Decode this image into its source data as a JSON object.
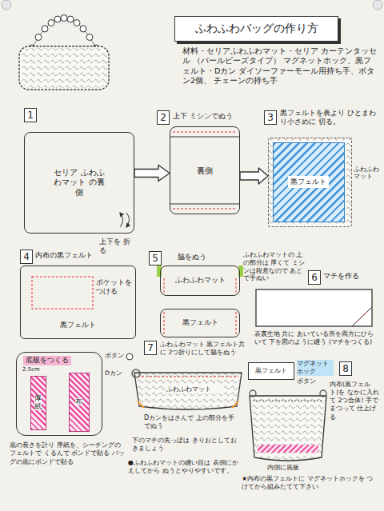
{
  "diagram": {
    "title": "ふわふわバッグの作り方",
    "nodes": [
      {
        "text": [
          "1"
        ]
      },
      {
        "text": [
          "セリア ふわふわマット の裏側"
        ]
      },
      {
        "text": [
          "2"
        ]
      },
      {
        "text": [
          "裏側"
        ]
      },
      {
        "text": [
          "3"
        ]
      },
      {
        "text": [
          "ふわふわ マット"
        ]
      },
      {
        "text": [
          "黒フェルト"
        ],
        "in": 5
      },
      {
        "text": [
          "4"
        ]
      },
      {
        "text": [
          "黒フェルト"
        ]
      },
      {
        "text": [
          "5"
        ]
      },
      {
        "text": [
          "ふわふわマット"
        ]
      },
      {
        "text": [
          "黒フェルト"
        ]
      },
      {
        "text": [
          "6"
        ]
      },
      {
        "text": [
          "底板をつくる"
        ]
      },
      {
        "text": [
          "厚紙"
        ],
        "in": 13
      },
      {
        "text": [
          "布"
        ],
        "in": 13
      },
      {
        "text": [
          "7"
        ]
      },
      {
        "text": [
          "8"
        ]
      },
      {
        "text": [
          "黒フェルト"
        ]
      }
    ],
    "edges": [
      {
        "from": 1,
        "to": 3,
        "arrow": "to"
      },
      {
        "from": 3,
        "to": 5,
        "arrow": "to"
      }
    ],
    "labels": [
      "材料・セリアふわふわマット・セリア カーテンタッセル （パールビーズタイプ） マグネットホック、黒フェルト・Dカン ダイソーファーモール用持ち手、ボタン2個、 チェーンの持ち手",
      "上下を 折る",
      "上下 ミシンでぬう",
      "黒フェルトを表より ひとまわり小さめに 切る。",
      "内布の黒フェルト",
      "ポケットを つける",
      "脇をぬう",
      "ふわふわマットの 上の部分は 厚くて ミシンは段差なので あとで手ぬい",
      "マチを作る",
      "表裏生地 共に あいている所を両方にひらいて 下を図のように縫う (マチをつくる)",
      "2.5cm",
      "底の長さを計り 厚紙を、シーチングのフェルトで くるんで ボンドで貼る バッグの底にボンドで貼る",
      "ボタン",
      "Dカン",
      "ふわふわマット 黒フェルト共に 2つ折りにして脇をぬう",
      "ふわふわマット",
      "Dカンをはさんで 上の部分を手でぬう",
      "下のマチの先っぽは きりおとしておきましょう",
      "●ふわふわマットの縫い目は 表側にかえしてから ぬうとやりやすいです。",
      "マグネット ホック",
      "ボタン",
      "内布(黒フェルト)を なかに入れて 2つ合体! 手でまつって 仕上げる",
      "内側に底板",
      "★内布の黒フェルトに マグネットホックを つけてから組みたてて下さい"
    ]
  }
}
